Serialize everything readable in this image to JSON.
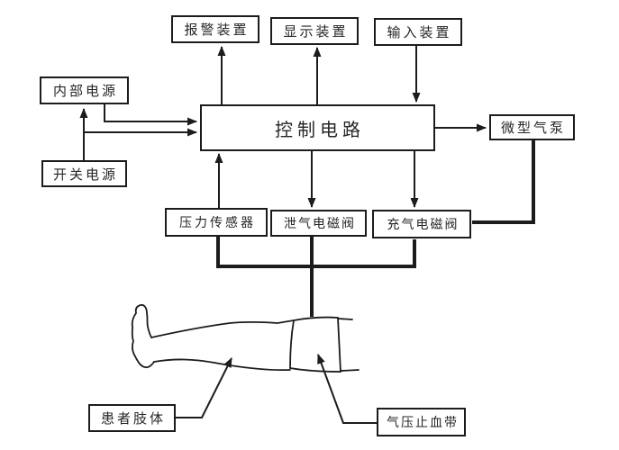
{
  "diagram": {
    "type": "block-diagram",
    "language": "zh-CN",
    "nodes": {
      "alarm": {
        "label": "报警装置"
      },
      "display": {
        "label": "显示装置"
      },
      "input": {
        "label": "输入装置"
      },
      "internal_power": {
        "label": "内部电源"
      },
      "switch_power": {
        "label": "开关电源"
      },
      "control": {
        "label": "控制电路"
      },
      "pump": {
        "label": "微型气泵"
      },
      "pressure_sensor": {
        "label": "压力传感器"
      },
      "deflate_valve": {
        "label": "泄气电磁阀"
      },
      "inflate_valve": {
        "label": "充气电磁阀"
      },
      "patient_limb": {
        "label": "患者肢体"
      },
      "tourniquet": {
        "label": "气压止血带"
      }
    },
    "edges": [
      {
        "from": "控制电路",
        "to": "报警装置",
        "type": "signal-arrow"
      },
      {
        "from": "控制电路",
        "to": "显示装置",
        "type": "signal-arrow"
      },
      {
        "from": "输入装置",
        "to": "控制电路",
        "type": "signal-arrow"
      },
      {
        "from": "控制电路",
        "to": "微型气泵",
        "type": "signal-arrow"
      },
      {
        "from": "开关电源",
        "to": "内部电源",
        "type": "signal-arrow"
      },
      {
        "from": "内部电源",
        "to": "控制电路",
        "type": "signal-arrow"
      },
      {
        "from": "开关电源",
        "to": "控制电路",
        "type": "signal-arrow"
      },
      {
        "from": "压力传感器",
        "to": "控制电路",
        "type": "signal-arrow"
      },
      {
        "from": "控制电路",
        "to": "泄气电磁阀",
        "type": "signal-arrow"
      },
      {
        "from": "控制电路",
        "to": "充气电磁阀",
        "type": "signal-arrow"
      },
      {
        "from": "微型气泵",
        "to": "充气电磁阀",
        "type": "pneumatic-thick-line"
      },
      {
        "from": "压力传感器",
        "to": "气压止血带",
        "type": "pneumatic-thick-line"
      },
      {
        "from": "充气电磁阀",
        "to": "气压止血带",
        "type": "pneumatic-thick-line"
      },
      {
        "from": "泄气电磁阀",
        "to": "气压止血带",
        "type": "pneumatic-thick-line"
      },
      {
        "from": "患者肢体",
        "to": "腿部图示",
        "type": "leader-arrow"
      },
      {
        "from": "气压止血带",
        "to": "袖带图示",
        "type": "leader-arrow"
      }
    ],
    "colors": {
      "line": "#1c1c1c",
      "text": "#262626",
      "background": "#ffffff"
    }
  }
}
